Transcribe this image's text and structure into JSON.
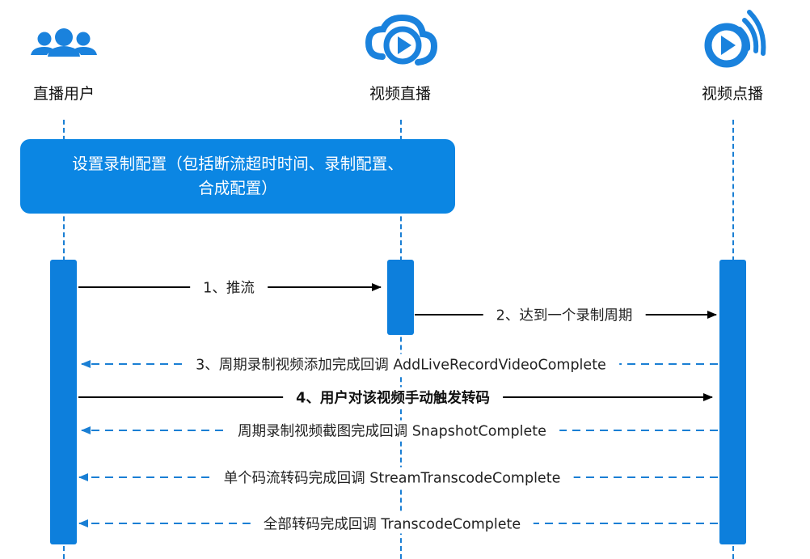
{
  "actors": {
    "user": {
      "label": "直播用户",
      "icon": "users-icon"
    },
    "live": {
      "label": "视频直播",
      "icon": "cloud-play-icon"
    },
    "vod": {
      "label": "视频点播",
      "icon": "broadcast-play-icon"
    }
  },
  "note": {
    "line1": "设置录制配置（包括断流超时时间、录制配置、",
    "line2": "合成配置）"
  },
  "messages": [
    {
      "text": "1、推流",
      "style": "solid"
    },
    {
      "text": "2、达到一个录制周期",
      "style": "solid"
    },
    {
      "text": "3、周期录制视频添加完成回调 AddLiveRecordVideoComplete",
      "style": "dashed"
    },
    {
      "text": "4、用户对该视频手动触发转码",
      "style": "solid-bold"
    },
    {
      "text": "周期录制视频截图完成回调 SnapshotComplete",
      "style": "dashed"
    },
    {
      "text": "单个码流转码完成回调 StreamTranscodeComplete",
      "style": "dashed"
    },
    {
      "text": "全部转码完成回调 TranscodeComplete",
      "style": "dashed"
    }
  ],
  "colors": {
    "accent": "#0d7fdc",
    "note_bg": "#0b86e3",
    "icon": "#1a82dd"
  }
}
